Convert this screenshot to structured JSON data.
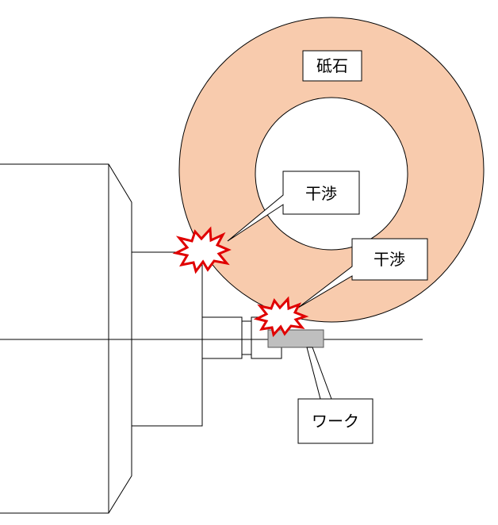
{
  "labels": {
    "grinding_wheel": "砥石",
    "interference_wheel_bore": "干渉",
    "interference_wheel_chuck": "干渉",
    "workpiece": "ワーク"
  },
  "colors": {
    "grinding_wheel_fill": "#f8cbad",
    "workpiece_fill": "#bfbfbf",
    "collision_fill": "#ffffff",
    "collision_stroke": "#e00000",
    "line": "#000000"
  }
}
